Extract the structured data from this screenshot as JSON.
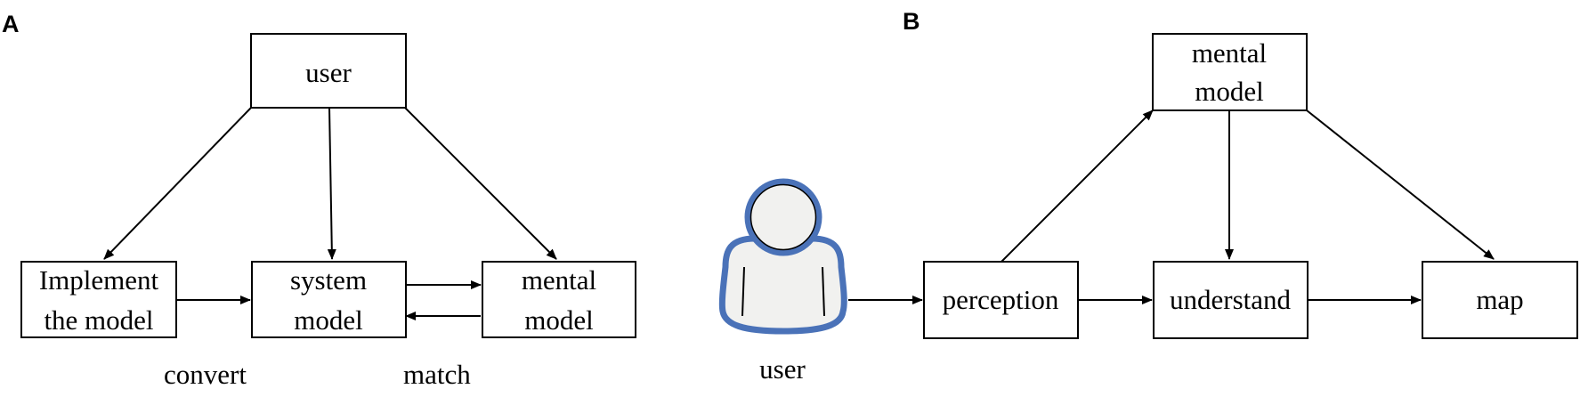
{
  "panel_a": {
    "label": "A",
    "nodes": {
      "user": "user",
      "implement": [
        "Implement",
        "the model"
      ],
      "system_model": [
        "system",
        "model"
      ],
      "mental_model": [
        "mental",
        "model"
      ]
    },
    "edge_labels": {
      "convert": "convert",
      "match": "match"
    }
  },
  "panel_b": {
    "label": "B",
    "user_caption": "user",
    "nodes": {
      "mental_model": [
        "mental",
        "model"
      ],
      "perception": "perception",
      "understand": "understand",
      "map": "map"
    }
  },
  "colors": {
    "user_outline": "#4a72b8",
    "user_fill": "#f1f1ef"
  },
  "icons": {
    "user_figure": "user-icon"
  }
}
